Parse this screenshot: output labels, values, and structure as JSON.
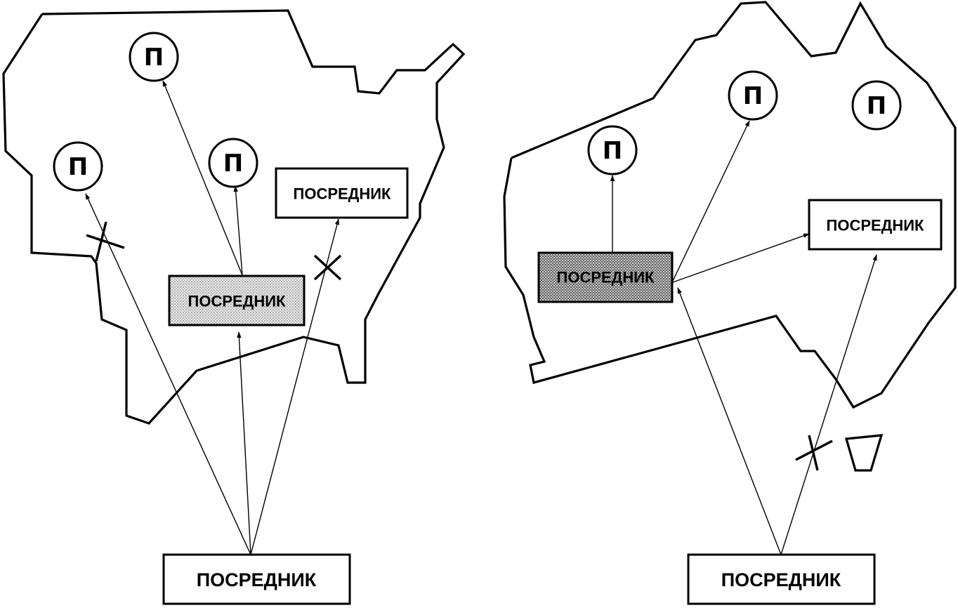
{
  "left_diagram": {
    "node_letter": "П",
    "broker_top_right": "ПОСРЕДНИК",
    "broker_center": "ПОСРЕДНИК",
    "broker_bottom": "ПОСРЕДНИК"
  },
  "right_diagram": {
    "node_letter": "П",
    "broker_right": "ПОСРЕДНИК",
    "broker_center": "ПОСРЕДНИК",
    "broker_bottom": "ПОСРЕДНИК"
  }
}
